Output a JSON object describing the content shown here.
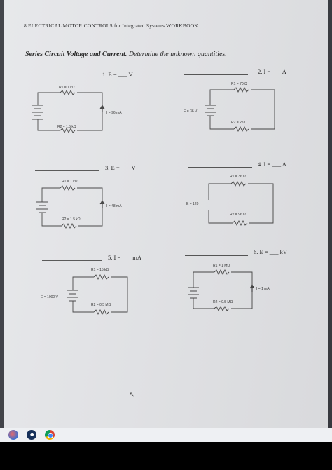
{
  "header": "8 ELECTRICAL MOTOR CONTROLS for Integrated Systems WORKBOOK",
  "subtitle": {
    "bold": "Series Circuit Voltage and Current.",
    "rest": " Determine the unknown quantities."
  },
  "questions": [
    {
      "label": "1.  E = ___ V",
      "circuit": {
        "r1": "R1 = 1 kΩ",
        "r2": "R2 = 1.5 kΩ",
        "current": "I = 96 mA"
      }
    },
    {
      "label": "2.  I = ___ A",
      "circuit": {
        "r1": "R1 = 70 Ω",
        "r2": "R2 = 2 Ω",
        "source": "E = 36 V"
      }
    },
    {
      "label": "3.  E = ___ V",
      "circuit": {
        "r1": "R1 = 1 kΩ",
        "r2": "R2 = 1.5 kΩ",
        "current": "I = 48 mA"
      }
    },
    {
      "label": "4.  I = ___ A",
      "circuit": {
        "r1": "R1 = 36 Ω",
        "r2": "R2 = 96 Ω",
        "source": "E = 120"
      }
    },
    {
      "label": "5.  I = ___ mA",
      "circuit": {
        "r1": "R1 = 15 kΩ",
        "r2": "R2 = 0.5 MΩ",
        "source": "E = 1000 V"
      }
    },
    {
      "label": "6.  E = ___ kV",
      "circuit": {
        "r1": "R1 = 1 MΩ",
        "r2": "R2 = 0.5 MΩ",
        "current": "I = 1 mA"
      }
    }
  ],
  "taskbar": {
    "icons": [
      "browser-icon",
      "steam-icon",
      "chrome-icon"
    ]
  }
}
